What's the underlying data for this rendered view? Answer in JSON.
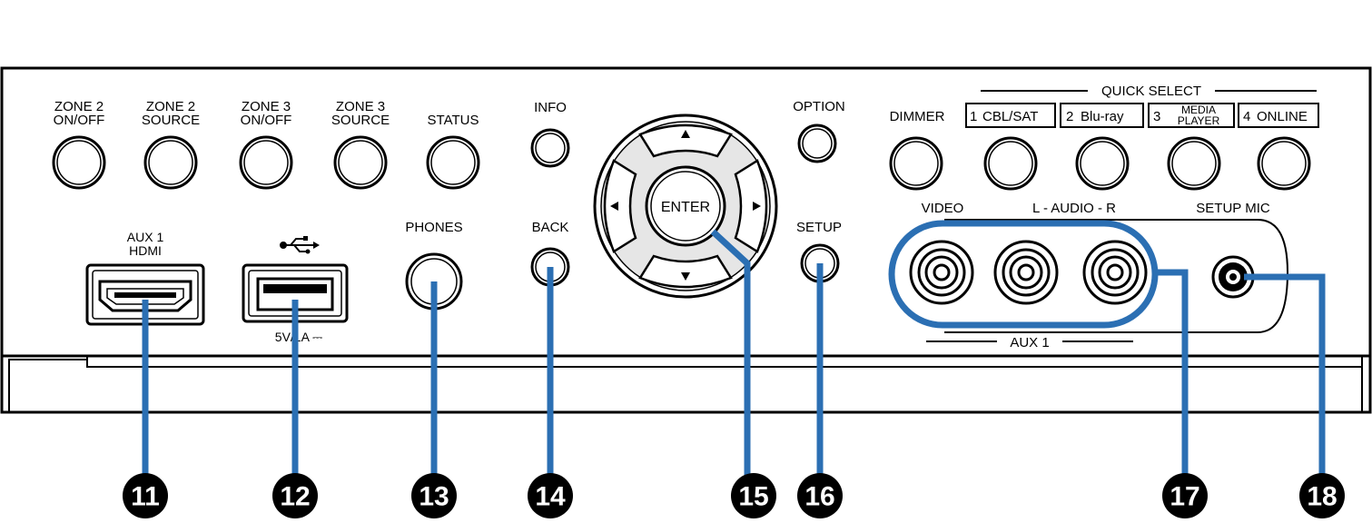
{
  "panel": {
    "buttons_top": [
      {
        "line1": "ZONE 2",
        "line2": "ON/OFF"
      },
      {
        "line1": "ZONE 2",
        "line2": "SOURCE"
      },
      {
        "line1": "ZONE 3",
        "line2": "ON/OFF"
      },
      {
        "line1": "ZONE 3",
        "line2": "SOURCE"
      },
      {
        "line1": "",
        "line2": "STATUS"
      }
    ],
    "info": "INFO",
    "back": "BACK",
    "option": "OPTION",
    "setup": "SETUP",
    "enter": "ENTER",
    "dimmer": "DIMMER",
    "quick_select": {
      "title": "QUICK SELECT",
      "items": [
        {
          "num": "1",
          "label": "CBL/SAT"
        },
        {
          "num": "2",
          "label": "Blu-ray"
        },
        {
          "num": "3",
          "label_line1": "MEDIA",
          "label_line2": "PLAYER"
        },
        {
          "num": "4",
          "label": "ONLINE"
        }
      ]
    },
    "aux_hdmi": {
      "line1": "AUX 1",
      "line2": "HDMI"
    },
    "usb_rating": "5V/1A ⎓",
    "phones": "PHONES",
    "video": "VIDEO",
    "audio": "L - AUDIO - R",
    "setup_mic": "SETUP MIC",
    "aux1_bottom": "AUX 1"
  },
  "callouts": [
    "11",
    "12",
    "13",
    "14",
    "15",
    "16",
    "17",
    "18"
  ],
  "colors": {
    "leader": "#2b6fb3",
    "panel_line": "#000000",
    "callout_fill": "#000000"
  }
}
